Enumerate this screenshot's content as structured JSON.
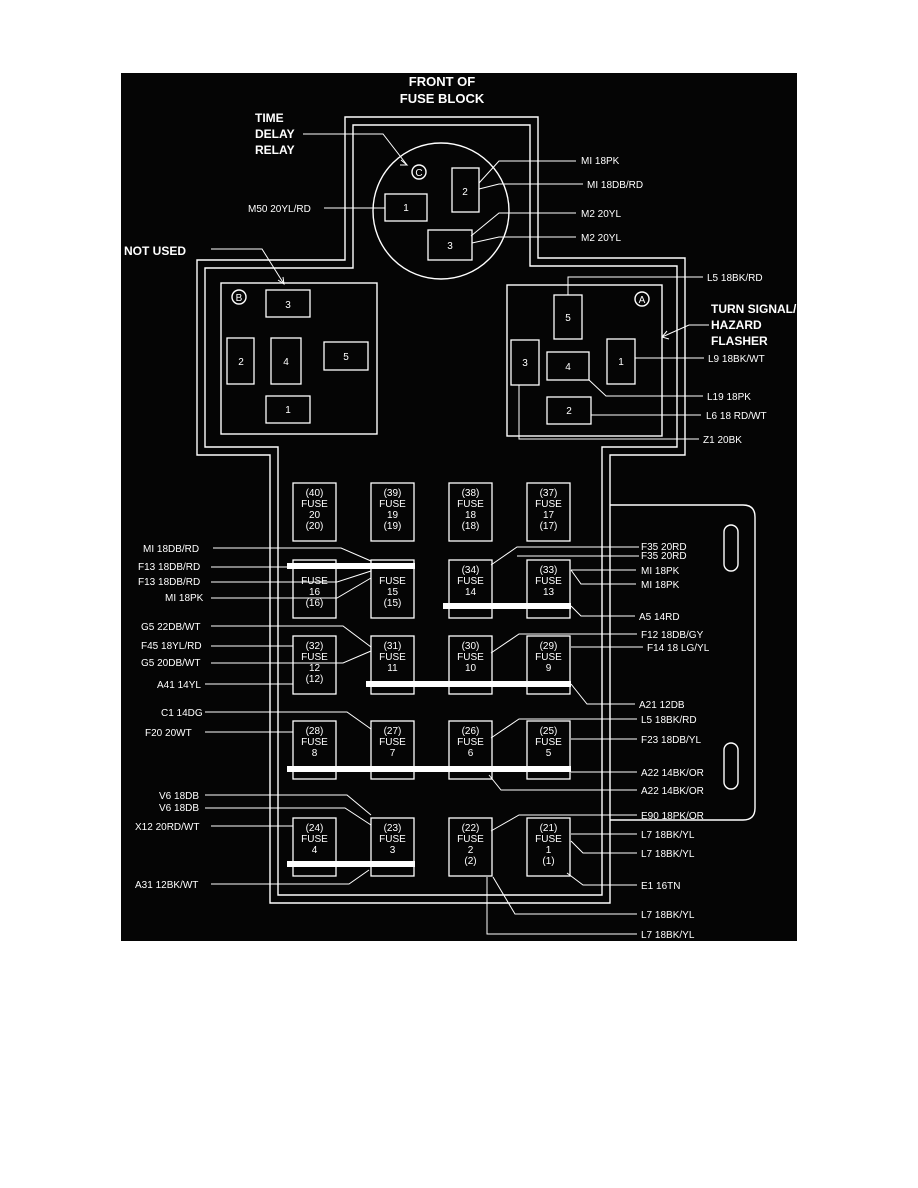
{
  "header": {
    "line1": "FRONT OF",
    "line2": "FUSE BLOCK"
  },
  "callouts": {
    "time_delay_relay": [
      "TIME",
      "DELAY",
      "RELAY"
    ],
    "not_used": "NOT USED",
    "turn_signal": [
      "TURN SIGNAL/",
      "HAZARD",
      "FLASHER"
    ]
  },
  "relay_c": {
    "letter": "C",
    "pins": [
      "1",
      "2",
      "3"
    ]
  },
  "relay_b": {
    "letter": "B",
    "pins": [
      "3",
      "2",
      "4",
      "5",
      "1"
    ]
  },
  "relay_a": {
    "letter": "A",
    "pins": [
      "5",
      "3",
      "4",
      "1",
      "2"
    ]
  },
  "fuses": [
    [
      "(40)",
      "FUSE",
      "20",
      "(20)"
    ],
    [
      "(39)",
      "FUSE",
      "19",
      "(19)"
    ],
    [
      "(38)",
      "FUSE",
      "18",
      "(18)"
    ],
    [
      "(37)",
      "FUSE",
      "17",
      "(17)"
    ],
    [
      "",
      "FUSE",
      "16",
      "(16)"
    ],
    [
      "",
      "FUSE",
      "15",
      "(15)"
    ],
    [
      "(34)",
      "FUSE",
      "14",
      ""
    ],
    [
      "(33)",
      "FUSE",
      "13",
      ""
    ],
    [
      "(32)",
      "FUSE",
      "12",
      "(12)"
    ],
    [
      "(31)",
      "FUSE",
      "11",
      ""
    ],
    [
      "(30)",
      "FUSE",
      "10",
      ""
    ],
    [
      "(29)",
      "FUSE",
      "9",
      ""
    ],
    [
      "(28)",
      "FUSE",
      "8",
      ""
    ],
    [
      "(27)",
      "FUSE",
      "7",
      ""
    ],
    [
      "(26)",
      "FUSE",
      "6",
      ""
    ],
    [
      "(25)",
      "FUSE",
      "5",
      ""
    ],
    [
      "(24)",
      "FUSE",
      "4",
      ""
    ],
    [
      "(23)",
      "FUSE",
      "3",
      ""
    ],
    [
      "(22)",
      "FUSE",
      "2",
      "(2)"
    ],
    [
      "(21)",
      "FUSE",
      "1",
      "(1)"
    ]
  ],
  "wire_labels": {
    "m50": "M50 20YL/RD",
    "m1_pk": "MI 18PK",
    "m1_db": "MI 18DB/RD",
    "m2_a": "M2 20YL",
    "m2_b": "M2 20YL",
    "l5_top": "L5 18BK/RD",
    "l9": "L9 18BK/WT",
    "l19": "L19 18PK",
    "l6": "L6 18 RD/WT",
    "z1": "Z1 20BK",
    "mi18db_l": "MI 18DB/RD",
    "f13_a": "F13 18DB/RD",
    "f13_b": "F13 18DB/RD",
    "mi18pk_l": "MI 18PK",
    "f35_a": "F35 20RD",
    "f35_b": "F35 20RD",
    "mi18pk_r1": "MI 18PK",
    "mi18pk_r2": "MI 18PK",
    "a5": "A5 14RD",
    "g5_22": "G5 22DB/WT",
    "f45": "F45 18YL/RD",
    "g5_20": "G5 20DB/WT",
    "a41": "A41 14YL",
    "f12": "F12 18DB/GY",
    "f14": "F14 18 LG/YL",
    "a21": "A21 12DB",
    "c1": "C1 14DG",
    "f20": "F20 20WT",
    "l5_mid": "L5 18BK/RD",
    "f23": "F23 18DB/YL",
    "a22_a": "A22 14BK/OR",
    "a22_b": "A22 14BK/OR",
    "v6_a": "V6 18DB",
    "v6_b": "V6 18DB",
    "x12": "X12 20RD/WT",
    "a31": "A31 12BK/WT",
    "e90": "E90 18PK/OR",
    "l7_a": "L7 18BK/YL",
    "l7_b": "L7 18BK/YL",
    "e1": "E1 16TN",
    "l7_c": "L7 18BK/YL",
    "l7_d": "L7 18BK/YL"
  }
}
